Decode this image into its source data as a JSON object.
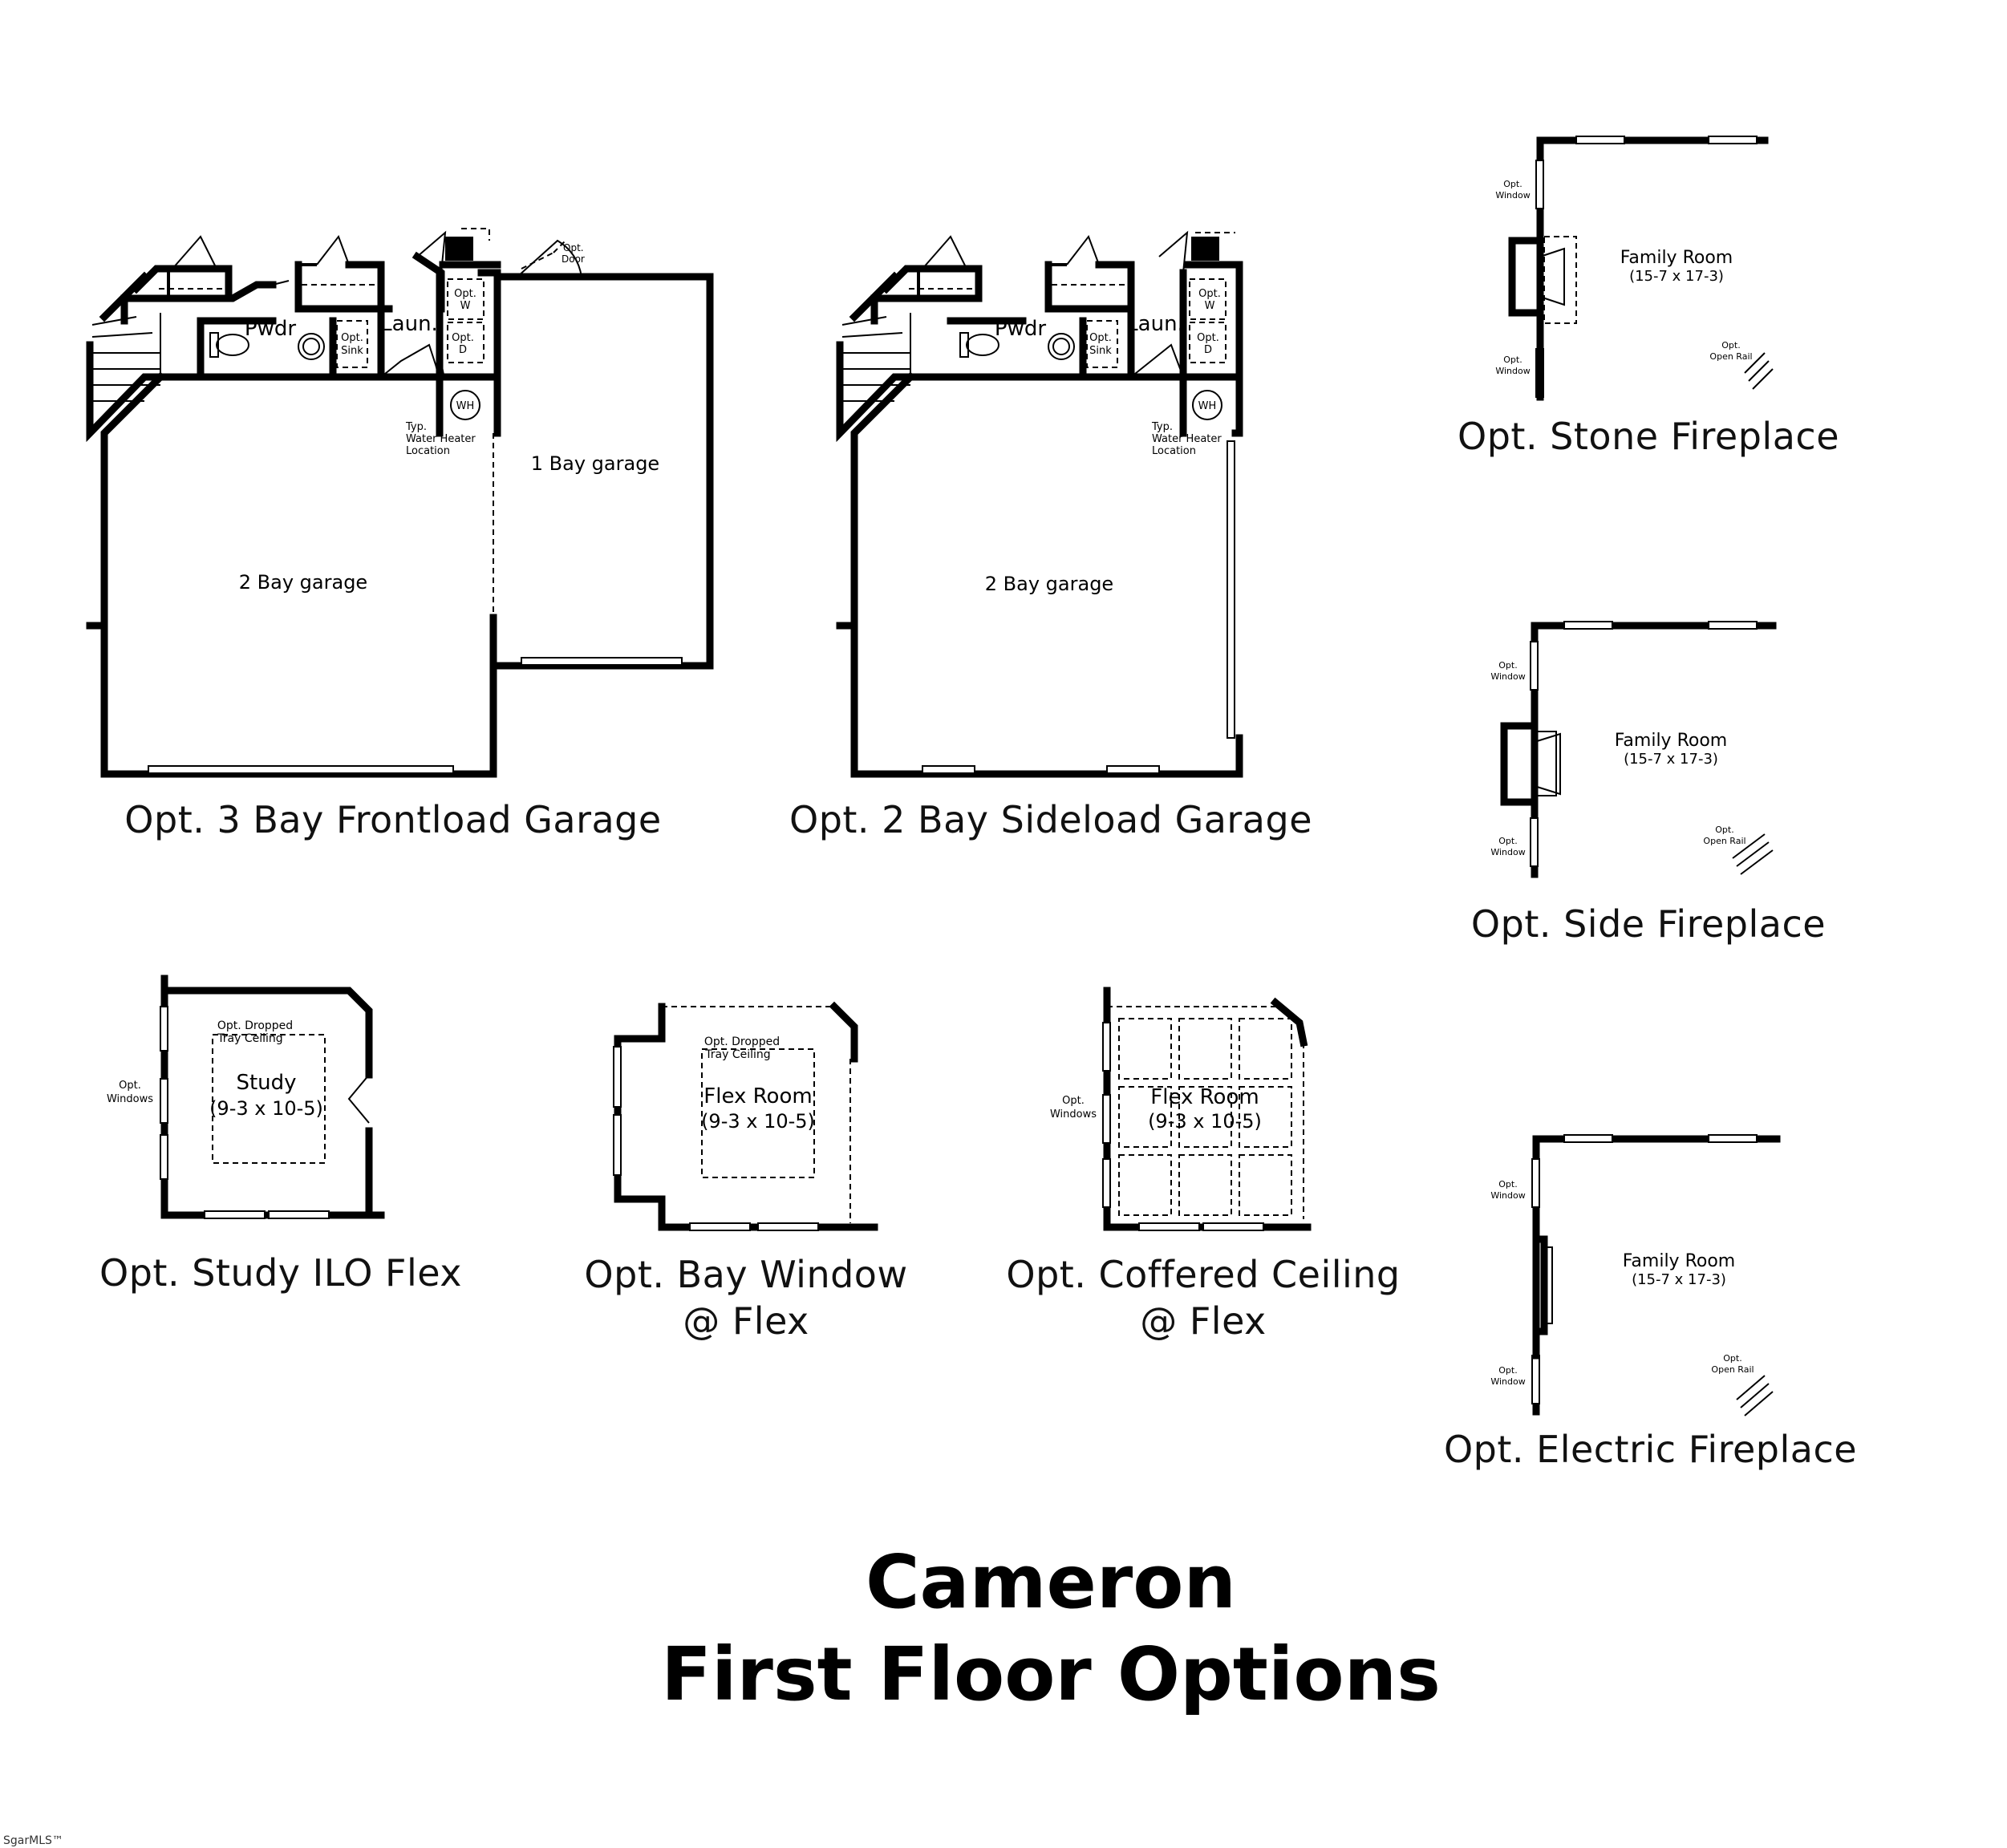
{
  "title": {
    "line1": "Cameron",
    "line2": "First Floor Options"
  },
  "captions": {
    "frontload_garage": "Opt. 3 Bay Frontload Garage",
    "sideload_garage": "Opt. 2 Bay Sideload Garage",
    "stone_fireplace": "Opt. Stone Fireplace",
    "side_fireplace": "Opt. Side Fireplace",
    "electric_fireplace": "Opt. Electric Fireplace",
    "study": "Opt. Study ILO Flex",
    "bay_window_l1": "Opt. Bay Window",
    "bay_window_l2": "@ Flex",
    "coffered_l1": "Opt. Coffered Ceiling",
    "coffered_l2": "@ Flex"
  },
  "labels": {
    "pwdr": "Pwdr",
    "laun": "Laun.",
    "opt_w": "Opt.",
    "opt_w2": "W",
    "opt_d": "Opt.",
    "opt_d2": "D",
    "opt_sink1": "Opt.",
    "opt_sink2": "Sink",
    "wh": "WH",
    "wh_note1": "Typ.",
    "wh_note2": "Water Heater",
    "wh_note3": "Location",
    "opt_door1": "Opt.",
    "opt_door2": "Door",
    "bay1_garage": "1 Bay garage",
    "bay2_garage": "2 Bay garage",
    "family_room": "Family Room",
    "family_dims": "(15-7 x 17-3)",
    "opt_window1": "Opt.",
    "opt_window2": "Window",
    "opt_rail1": "Opt.",
    "opt_rail2": "Open Rail",
    "opt_windows1": "Opt.",
    "opt_windows2": "Windows",
    "dropped1": "Opt. Dropped",
    "dropped2": "Tray Ceiling",
    "study": "Study",
    "flex_room": "Flex Room",
    "room_dims": "(9-3 x 10-5)"
  },
  "watermark": "SgarMLS™"
}
